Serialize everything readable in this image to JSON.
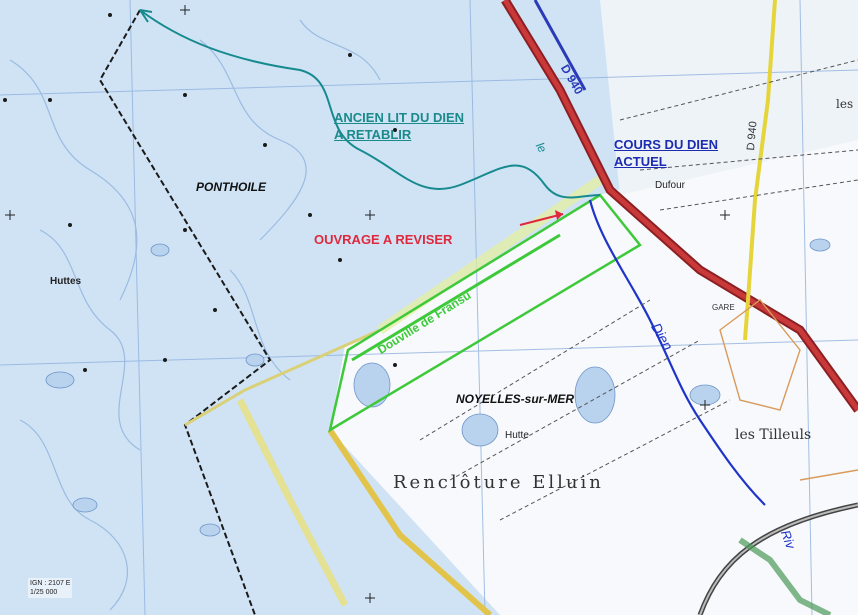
{
  "annotations": {
    "ancien_lit_line1": "ANCIEN LIT DU DIEN",
    "ancien_lit_line2": "A RETABLIR",
    "cours_line1": "COURS DU DIEN",
    "cours_line2": "ACTUEL",
    "ouvrage": "OUVRAGE A REVISER",
    "douville": "Douville de Fransu"
  },
  "places": {
    "ponthoile": "PONTHOILE",
    "noyelles": "NOYELLES-sur-MER",
    "renclotture": "Renclôture Elluin",
    "les_tilleuls": "les Tilleuls",
    "huttes_left": "Huttes",
    "huttes_center": "Hutte",
    "les_top_right": "les",
    "dufour": "Dufour",
    "dien_river": "Dien",
    "le_label": "le",
    "riv_label": "Riv",
    "road_label": "D 940",
    "road_label2": "D 940",
    "gare": "GARE"
  },
  "legend_box": {
    "line1": "IGN : 2107 E",
    "line2": "1/25 000"
  },
  "colors": {
    "sea": "#cfe3f5",
    "land": "#f8fafc",
    "old_river": "#168a8e",
    "current_river": "#1f34c8",
    "road_red": "#b3262a",
    "road_yellow": "#e5d53a",
    "dike_green": "#3ec93a",
    "boundary_black": "#1a1a1a",
    "grid_blue": "#7fa6db",
    "ouvrage_red": "#e0283c",
    "rail_grey": "#555555"
  }
}
